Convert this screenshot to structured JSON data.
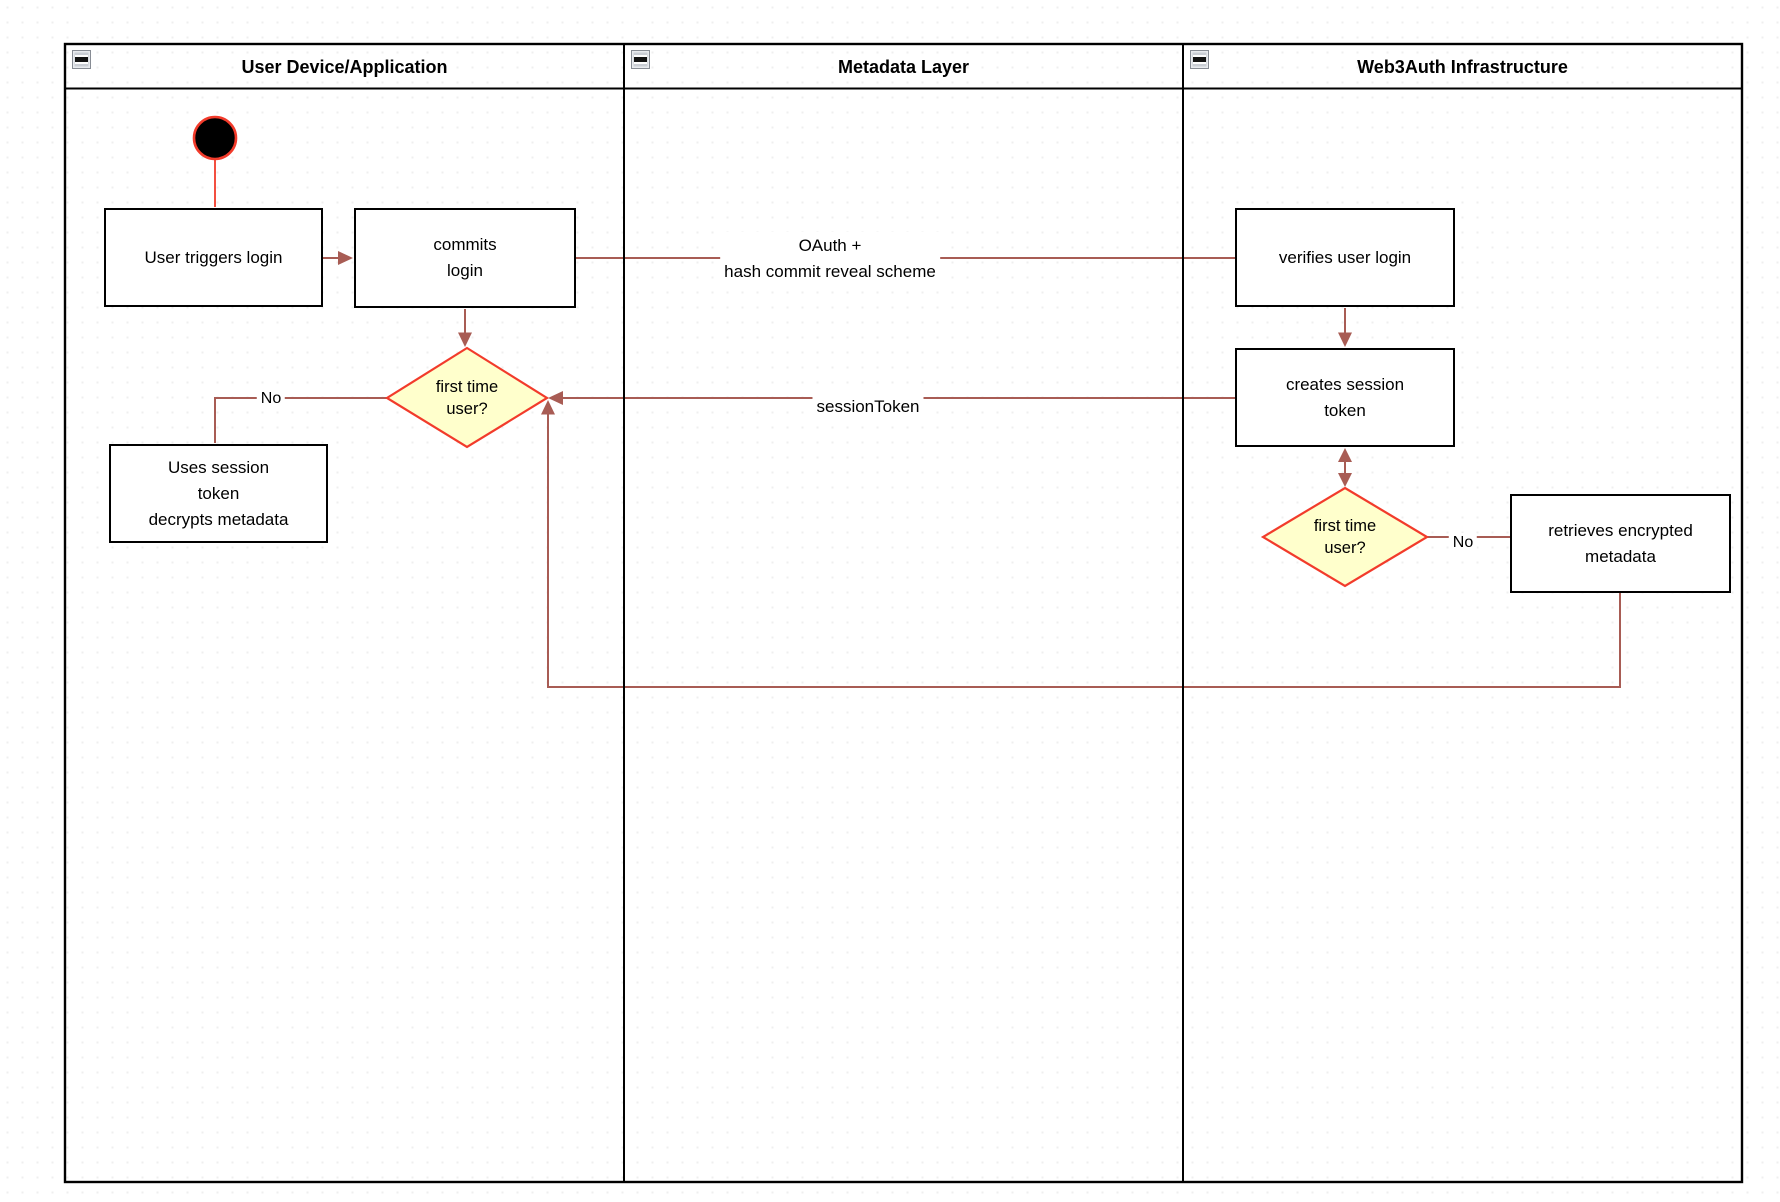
{
  "lanes": [
    {
      "title": "User Device/Application"
    },
    {
      "title": "Metadata Layer"
    },
    {
      "title": "Web3Auth Infrastructure"
    }
  ],
  "icons": {
    "collapse_glyph": "-"
  },
  "nodes": {
    "user_triggers_login": "User triggers login",
    "commits_login": "commits\nlogin",
    "first_time_user_device": "first time\nuser?",
    "uses_session_token": "Uses session\ntoken\ndecrypts metadata",
    "verifies_user_login": "verifies user login",
    "creates_session_token": "creates session\ntoken",
    "first_time_user_infra": "first time\nuser?",
    "retrieves_encrypted_metadata": "retrieves encrypted\nmetadata"
  },
  "edge_labels": {
    "oauth": "OAuth +\nhash commit reveal scheme",
    "session_token": "sessionToken",
    "no_device": "No",
    "no_infra": "No"
  },
  "colors": {
    "connector": "#A85C54",
    "accent_red": "#F23B2B",
    "decision_fill": "#FFFFCC",
    "node_border": "#000000",
    "lane_border": "#000000"
  }
}
